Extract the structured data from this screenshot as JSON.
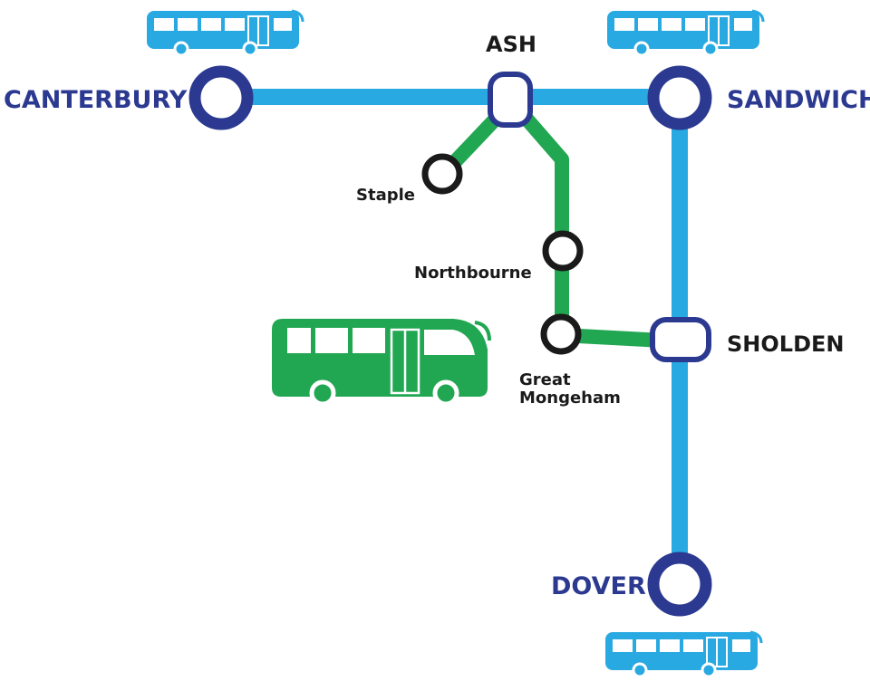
{
  "map": {
    "colors": {
      "trunk_route": "#29a9e1",
      "branch_route": "#21a651",
      "major_stop": "#2b3990",
      "minor_stop": "#1a1a1a",
      "bus_blue": "#29a9e1",
      "bus_green": "#21a651"
    },
    "stops": {
      "canterbury": "CANTERBURY",
      "ash": "ASH",
      "sandwich": "SANDWICH",
      "staple": "Staple",
      "northbourne": "Northbourne",
      "great_mongeham_line1": "Great",
      "great_mongeham_line2": "Mongeham",
      "sholden": "SHOLDEN",
      "dover": "DOVER"
    },
    "icons": [
      "bus-icon-blue",
      "bus-icon-green"
    ]
  }
}
